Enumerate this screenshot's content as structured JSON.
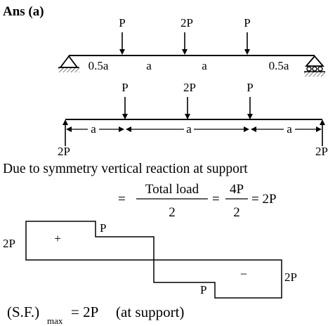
{
  "header": {
    "answer_label": "Ans (a)"
  },
  "beam1": {
    "loads": [
      "P",
      "2P",
      "P"
    ],
    "spans": [
      "0.5a",
      "a",
      "a",
      "0.5a"
    ]
  },
  "beam2": {
    "loads": [
      "P",
      "2P",
      "P"
    ],
    "dims": [
      "a",
      "a",
      "a"
    ],
    "reactions": [
      "2P",
      "2P"
    ]
  },
  "text": {
    "reaction_note": "Due to symmetry vertical reaction at support",
    "eq_equals1": "=",
    "eq_num1": "Total load",
    "eq_den1": "2",
    "eq_equals2": "=",
    "eq_num2": "4P",
    "eq_den2": "2",
    "eq_result": "= 2P"
  },
  "sfd": {
    "left_value": "2P",
    "plus_sign": "+",
    "step_upper": "P",
    "minus_sign": "−",
    "step_lower": "P",
    "right_value": "2P"
  },
  "result": {
    "lhs_open": "(S.F.)",
    "lhs_sub": "max",
    "rhs": "= 2P",
    "note": "(at support)"
  }
}
